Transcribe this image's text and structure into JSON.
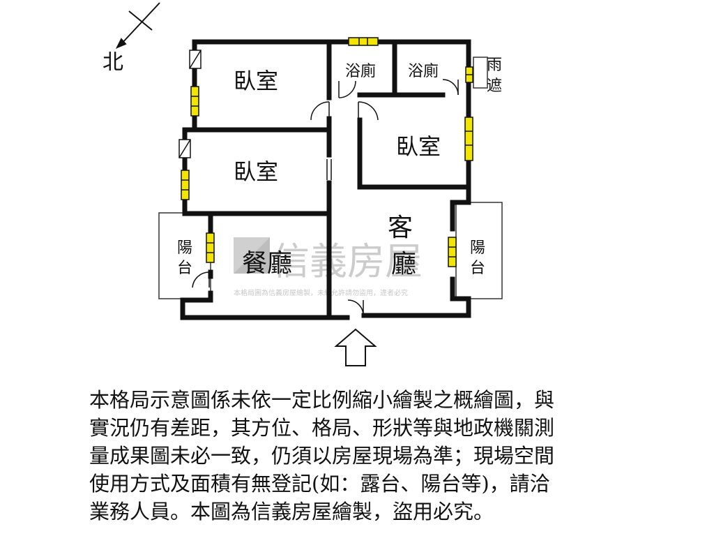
{
  "compass": {
    "label": "北"
  },
  "rooms": {
    "bedroom_top_left": "臥室",
    "bedroom_middle_left": "臥室",
    "bedroom_right": "臥室",
    "bathroom_1": "浴廁",
    "bathroom_2": "浴廁",
    "canopy_line1": "雨",
    "canopy_line2": "遮",
    "living_line1": "客",
    "living_line2": "廳",
    "dining": "餐廳",
    "balcony_left_line1": "陽",
    "balcony_left_line2": "台",
    "balcony_right_line1": "陽",
    "balcony_right_line2": "台"
  },
  "watermark": {
    "brand": "信義房屋",
    "notice": "本格局圖為信義房屋繪製，未經允許請勿盜用，違者必究"
  },
  "disclaimer": {
    "lines": [
      "本格局示意圖係未依一定比例縮小繪製之概繪圖，與",
      "實況仍有差距，其方位、格局、形狀等與地政機關測",
      "量成果圖未必一致，仍須以房屋現場為準；現場空間",
      "使用方式及面積有無登記(如：露台、陽台等)，請洽",
      "業務人員。本圖為信義房屋繪製，盜用必究。"
    ]
  },
  "colors": {
    "wall": "#111111",
    "window_fill": "#f2e600",
    "watermark": "#c8c8c8"
  }
}
